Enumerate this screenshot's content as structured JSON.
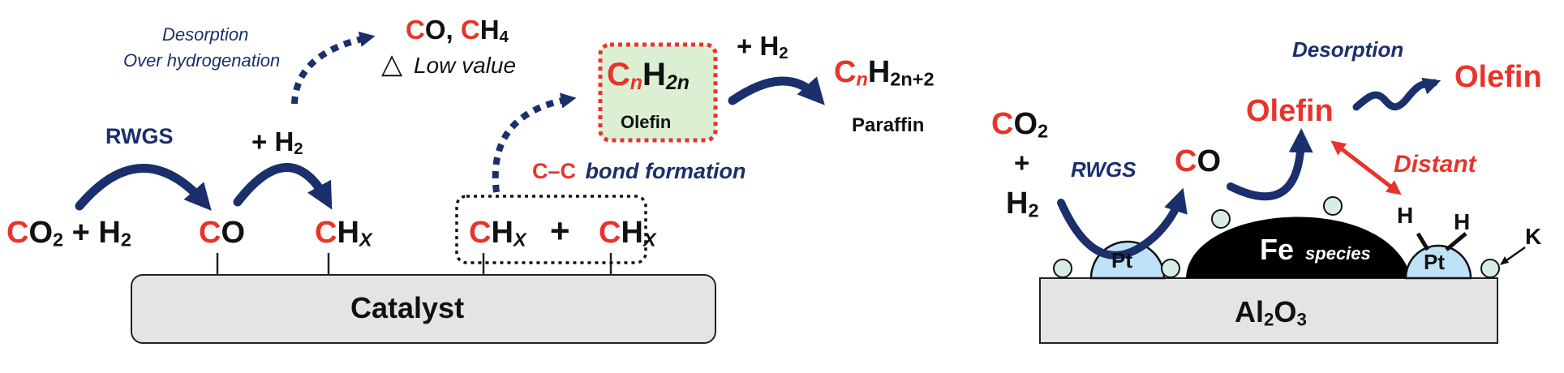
{
  "colors": {
    "navy": "#1a2f6b",
    "red": "#e8342b",
    "black": "#111111",
    "support_gray": "#e4e4e4",
    "olefin_box_fill": "#dcefd2",
    "pt_blue": "#bfe2f7",
    "k_green": "#d6efe2"
  },
  "left_scheme": {
    "desorption_note": {
      "line1": "Desorption",
      "line2": "Over hydrogenation"
    },
    "low_value_products": {
      "c1": "C",
      "rest1": "O, ",
      "c2": "C",
      "rest2": "H",
      "sub": "4"
    },
    "low_value_label": {
      "symbol": "△",
      "text": "Low value"
    },
    "rwgs_label": "RWGS",
    "h2_step": {
      "text": "+ H",
      "sub": "2"
    },
    "co2_h2": {
      "c": "C",
      "o": "O",
      "sub": "2",
      "rest": " + H",
      "sub2": "2"
    },
    "co": {
      "c": "C",
      "o": "O"
    },
    "chx": {
      "c": "C",
      "h": "H",
      "x": "X"
    },
    "coupling": {
      "c1": "C",
      "h1": "H",
      "x1": "X",
      "plus": "+",
      "c2": "C",
      "h2": "H",
      "x2": "X"
    },
    "olefin_box": {
      "c": "C",
      "n": "n",
      "h": "H",
      "sub": "2n",
      "label": "Olefin"
    },
    "h2_to_paraffin": {
      "text": "+ H",
      "sub": "2"
    },
    "paraffin": {
      "c": "C",
      "n": "n",
      "h": "H",
      "sub": "2n+2",
      "label": "Paraffin"
    },
    "cc_bond": {
      "red_part": "C–C",
      "navy_part": "bond formation"
    },
    "catalyst_label": "Catalyst"
  },
  "right_scheme": {
    "co2": {
      "c": "C",
      "o": "O",
      "sub": "2"
    },
    "plus": "+",
    "h2": {
      "h": "H",
      "sub": "2"
    },
    "rwgs_label": "RWGS",
    "co": {
      "c": "C",
      "o": "O"
    },
    "olefin_surface": "Olefin",
    "desorption_label": "Desorption",
    "olefin_desorbed": "Olefin",
    "distant_label": "Distant",
    "h_atom_1": "H",
    "h_atom_2": "H",
    "k_label": "K",
    "pt_left": "Pt",
    "pt_right": "Pt",
    "fe_species": {
      "fe": "Fe",
      "species": "species"
    },
    "support": {
      "al": "Al",
      "sub1": "2",
      "o": "O",
      "sub2": "3"
    }
  }
}
